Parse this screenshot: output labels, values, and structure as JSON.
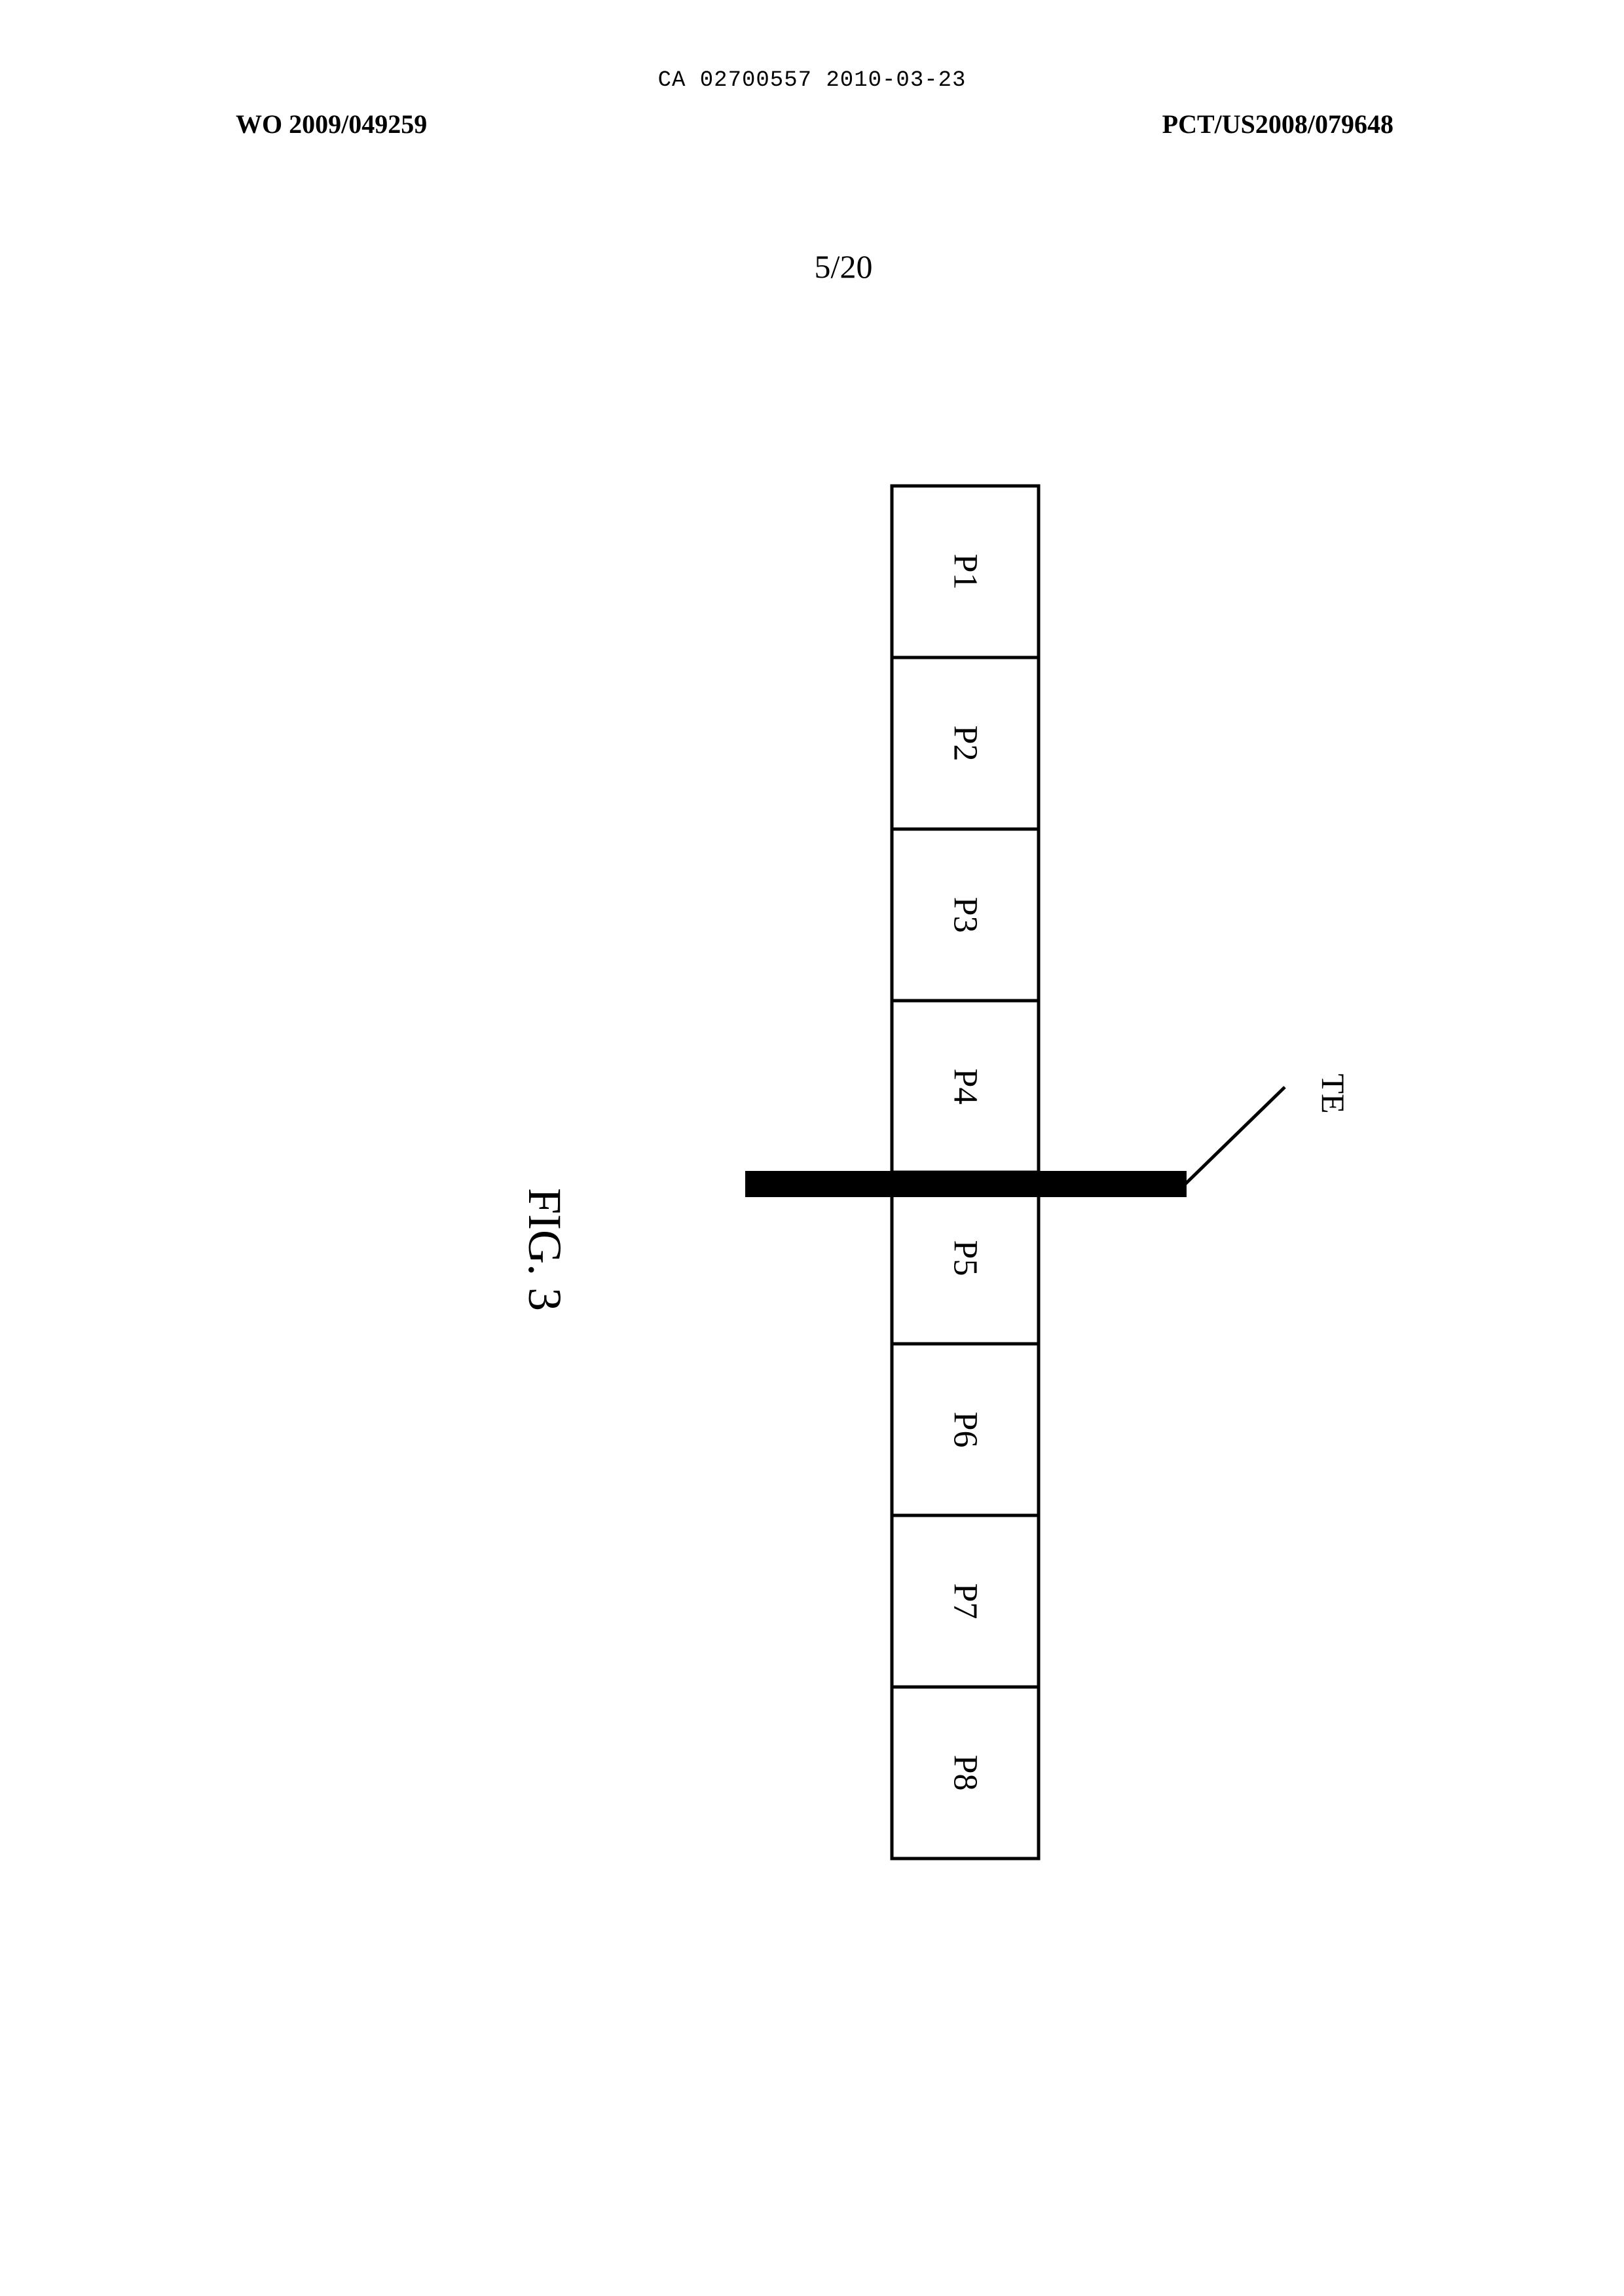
{
  "header": {
    "ca_number": "CA 02700557 2010-03-23",
    "wo_number": "WO 2009/049259",
    "pct_number": "PCT/US2008/079648",
    "sheet": "5/20"
  },
  "figure": {
    "caption": "FIG. 3",
    "partitions": [
      "P1",
      "P2",
      "P3",
      "P4",
      "P5",
      "P6",
      "P7",
      "P8"
    ],
    "boundary_label": "TE",
    "boundary_after_partition": 4
  }
}
